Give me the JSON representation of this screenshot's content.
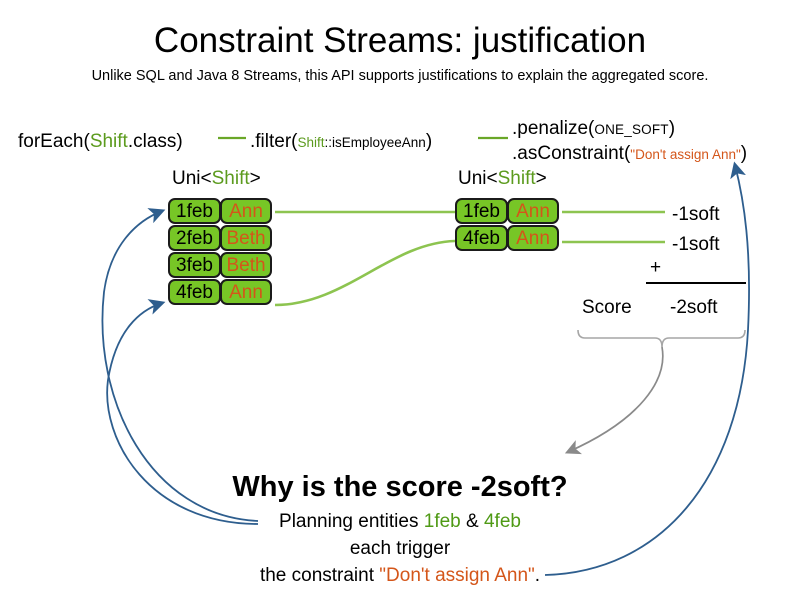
{
  "slide": {
    "title": "Constraint Streams: justification",
    "subtitle": "Unlike SQL and Java 8 Streams, this API supports justifications to explain the aggregated score."
  },
  "colors": {
    "card_green": "#77c626",
    "text_green": "#5c9b1e",
    "text_orange": "#d4561a",
    "arrow_blue": "#2e5e8e",
    "arrow_gray": "#8a8a8a",
    "connector_green": "#8dc450"
  },
  "pipeline": {
    "for_each": {
      "prefix": "forEach(",
      "type": "Shift",
      "suffix": ".class)"
    },
    "filter": {
      "prefix": ".filter(",
      "method_ref_type": "Shift",
      "method_ref": "::isEmployeeAnn",
      "suffix": ")"
    },
    "penalize": {
      "prefix": ".penalize(",
      "arg": "ONE_SOFT",
      "suffix": ")"
    },
    "as_constraint": {
      "prefix": ".asConstraint(",
      "arg": "\"Don't assign Ann\"",
      "suffix": ")"
    }
  },
  "streams": {
    "left": {
      "label_prefix": "Uni<",
      "label_type": "Shift",
      "label_suffix": ">",
      "cards": [
        {
          "date": "1feb",
          "name": "Ann"
        },
        {
          "date": "2feb",
          "name": "Beth"
        },
        {
          "date": "3feb",
          "name": "Beth"
        },
        {
          "date": "4feb",
          "name": "Ann"
        }
      ]
    },
    "right": {
      "label_prefix": "Uni<",
      "label_type": "Shift",
      "label_suffix": ">",
      "cards": [
        {
          "date": "1feb",
          "name": "Ann",
          "score": "-1soft"
        },
        {
          "date": "4feb",
          "name": "Ann",
          "score": "-1soft"
        }
      ]
    }
  },
  "score_summary": {
    "operator": "+",
    "label": "Score",
    "total": "-2soft"
  },
  "explanation": {
    "question": "Why is the score -2soft?",
    "line1_prefix": "Planning entities ",
    "line1_entity_a": "1feb",
    "line1_amp": " & ",
    "line1_entity_b": "4feb",
    "line2": "each trigger",
    "line3_prefix": "the constraint ",
    "line3_constraint": "\"Don't assign Ann\"",
    "line3_suffix": "."
  }
}
